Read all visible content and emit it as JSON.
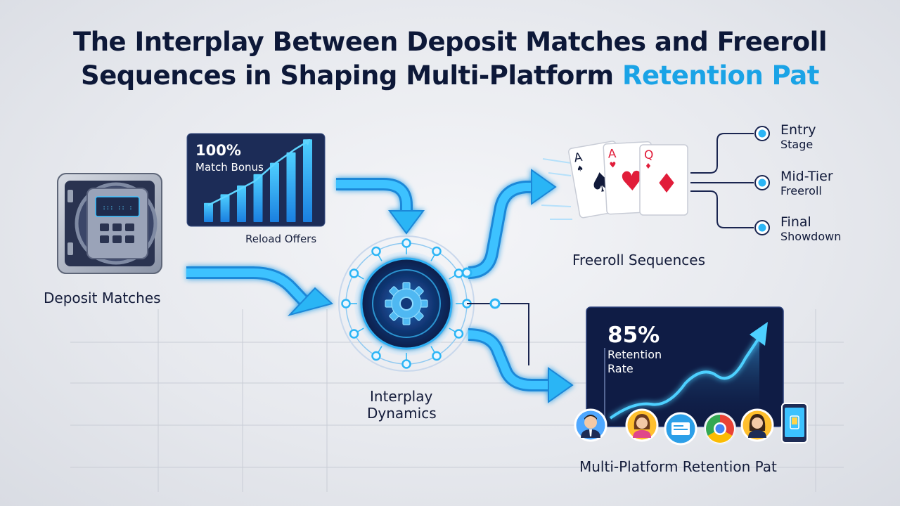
{
  "title": {
    "line1": "The Interplay Between Deposit Matches and Freeroll",
    "line2_main": "Sequences in Shaping Multi-Platform ",
    "line2_accent": "Retention Pat"
  },
  "deposit": {
    "label": "Deposit Matches"
  },
  "bonus_card": {
    "percent": "100%",
    "label": "Match Bonus",
    "caption": "Reload Offers",
    "bars": [
      0.22,
      0.32,
      0.42,
      0.55,
      0.68,
      0.8,
      0.95
    ]
  },
  "hub": {
    "label_line1": "Interplay",
    "label_line2": "Dynamics"
  },
  "freeroll": {
    "label": "Freeroll Sequences",
    "cards": [
      {
        "rank": "A",
        "suit": "♠",
        "color": "#111a3a"
      },
      {
        "rank": "A",
        "suit": "♥",
        "color": "#e11d3a"
      },
      {
        "rank": "Q",
        "suit": "♦",
        "color": "#e11d3a"
      }
    ],
    "stages": [
      {
        "title": "Entry",
        "sub": "Stage"
      },
      {
        "title": "Mid-Tier",
        "sub": "Freeroll"
      },
      {
        "title": "Final",
        "sub": "Showdown"
      }
    ]
  },
  "retention": {
    "percent": "85%",
    "label_line1": "Retention",
    "label_line2": "Rate",
    "caption": "Multi-Platform Retention Pat",
    "icons": [
      "avatar-man-icon",
      "avatar-woman-icon",
      "desktop-app-icon",
      "chrome-browser-icon",
      "avatar-woman-2-icon",
      "mobile-phone-icon"
    ]
  },
  "colors": {
    "accent": "#1aa3e6",
    "navy": "#0d1838",
    "arrow": "#2cb5f5"
  }
}
